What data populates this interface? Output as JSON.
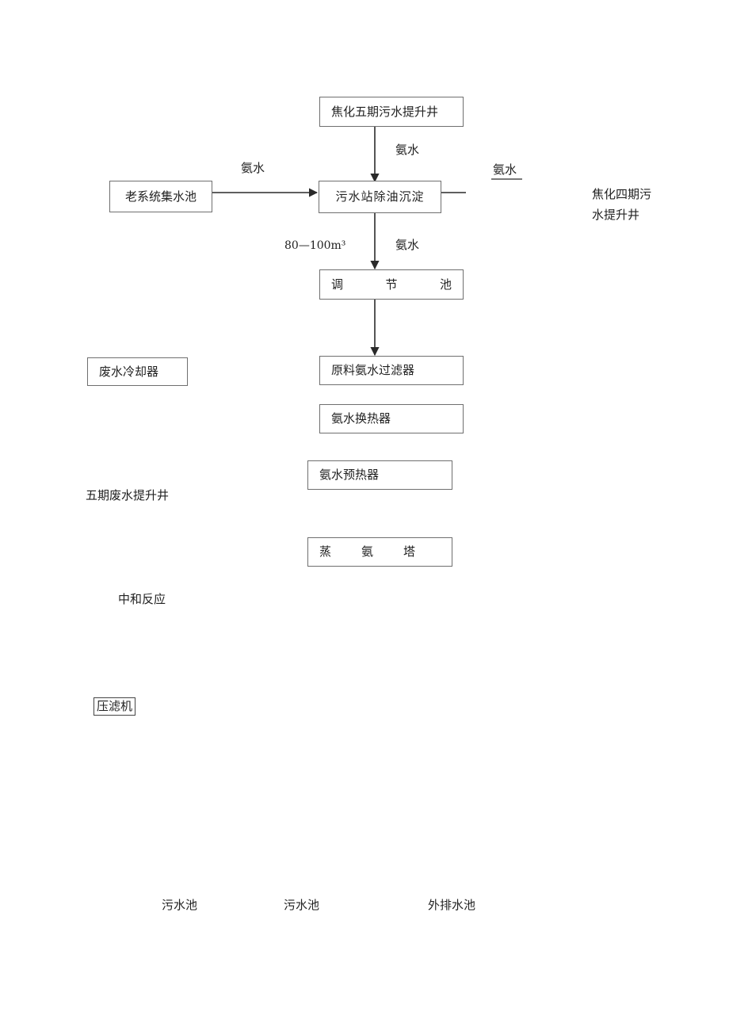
{
  "diagram": {
    "boxes": {
      "coking5_sump": "焦化五期污水提升井",
      "old_system_pool": "老系统集水池",
      "oil_removal": "污水站除油沉淀",
      "regulating_pool": [
        "调",
        "节",
        "池"
      ],
      "ammonia_filter": "原料氨水过滤器",
      "ammonia_heat_exchanger": "氨水换热器",
      "wastewater_cooler": "废水冷却器",
      "ammonia_preheater": "氨水预热器",
      "ammonia_still": [
        "蒸",
        "氨",
        "塔"
      ],
      "filter_press": "压滤机"
    },
    "labels": {
      "ammonia_top": "氨水",
      "ammonia_left": "氨水",
      "ammonia_right": "氨水",
      "ammonia_middle": "氨水",
      "flow_rate": "80—100m³",
      "coking4_sump": "焦化四期污水提升井",
      "phase5_waste_sump": "五期废水提升井",
      "neutralization": "中和反应",
      "sewage_pool_1": "污水池",
      "sewage_pool_2": "污水池",
      "discharge_pool": "外排水池"
    }
  },
  "colors": {
    "line": "#2a2a2a",
    "box_border": "#6f6f6f",
    "text": "#222222"
  }
}
